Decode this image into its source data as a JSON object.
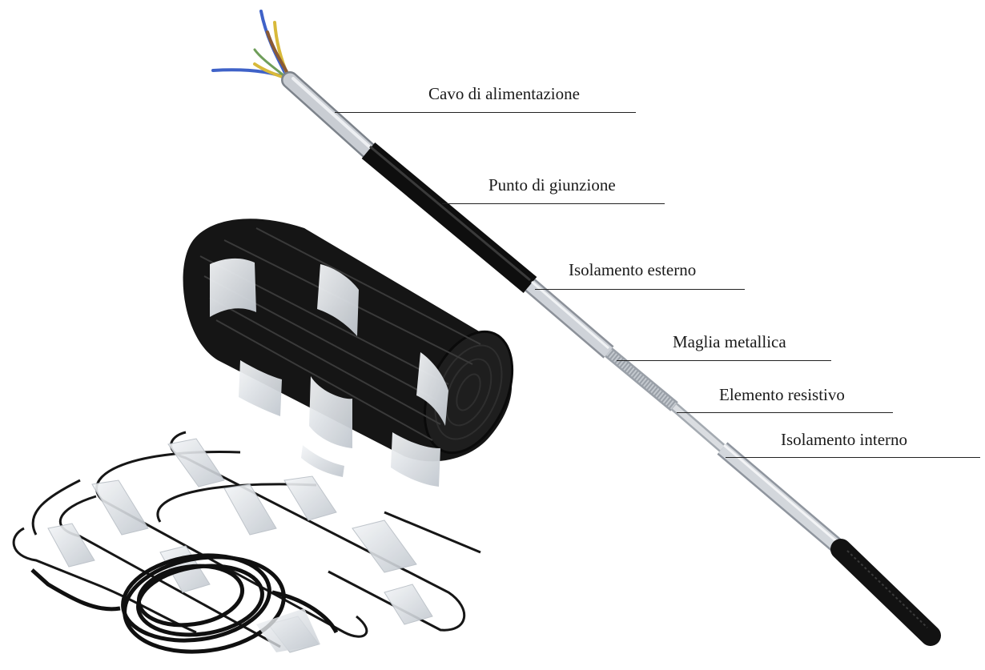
{
  "figure": {
    "callouts": [
      {
        "id": "power-cable",
        "label": "Cavo di alimentazione"
      },
      {
        "id": "junction-point",
        "label": "Punto di giunzione"
      },
      {
        "id": "outer-insulation",
        "label": "Isolamento esterno"
      },
      {
        "id": "metal-mesh",
        "label": "Maglia metallica"
      },
      {
        "id": "resistive-element",
        "label": "Elemento resistivo"
      },
      {
        "id": "inner-insulation",
        "label": "Isolamento interno"
      }
    ],
    "colors": {
      "cable_jacket": "#c9cdd3",
      "junction_sleeve": "#1c1c1c",
      "mat_roll": "#151515",
      "mesh_tape": "#d8dde2",
      "wire_blue": "#3f62c8",
      "wire_yellow": "#d8b93a",
      "wire_brown": "#8a5a33"
    },
    "icons": [
      "heating-cable-photo",
      "heating-mat-photo"
    ]
  }
}
